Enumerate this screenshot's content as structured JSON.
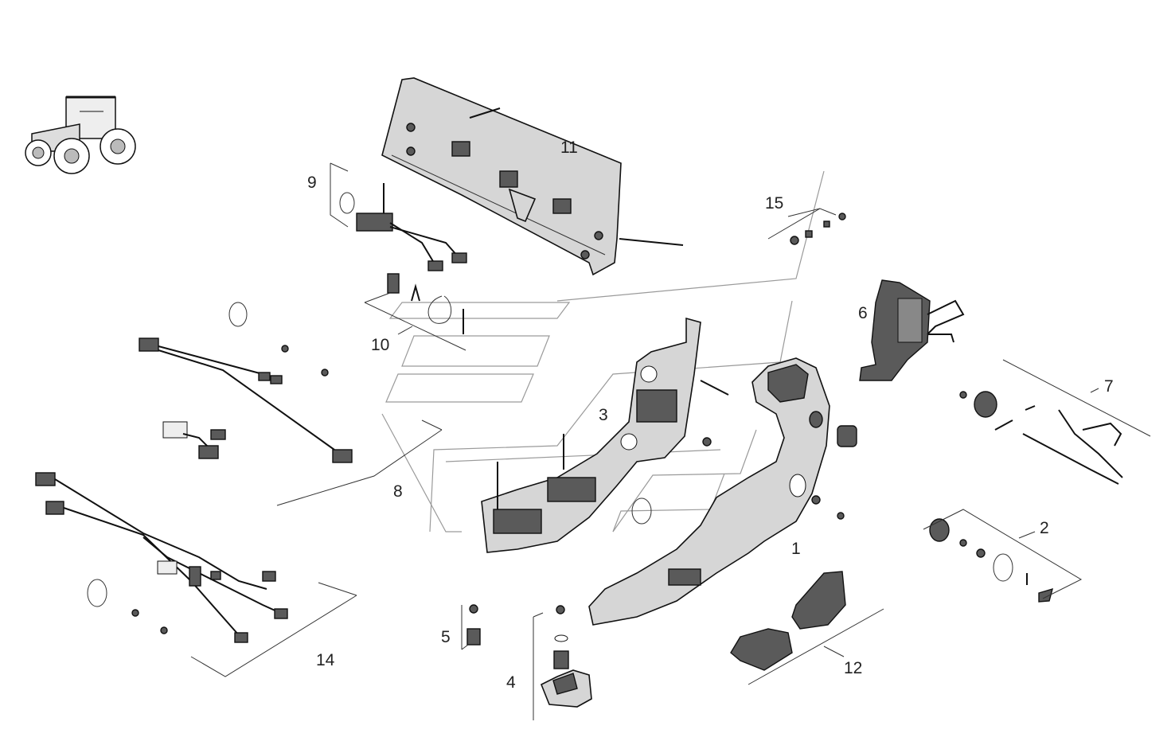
{
  "colors": {
    "background": "#ffffff",
    "ink": "#111111",
    "part_fill": "#d6d6d6",
    "dark_fill": "#5a5a5a",
    "guide": "#9a9a9a"
  },
  "callouts": {
    "c1": "1",
    "c2": "2",
    "c3": "3",
    "c4": "4",
    "c5": "5",
    "c6": "6",
    "c7": "7",
    "c8": "8",
    "c9": "9",
    "c10": "10",
    "c11": "11",
    "c12": "12",
    "c14": "14",
    "c15": "15"
  }
}
